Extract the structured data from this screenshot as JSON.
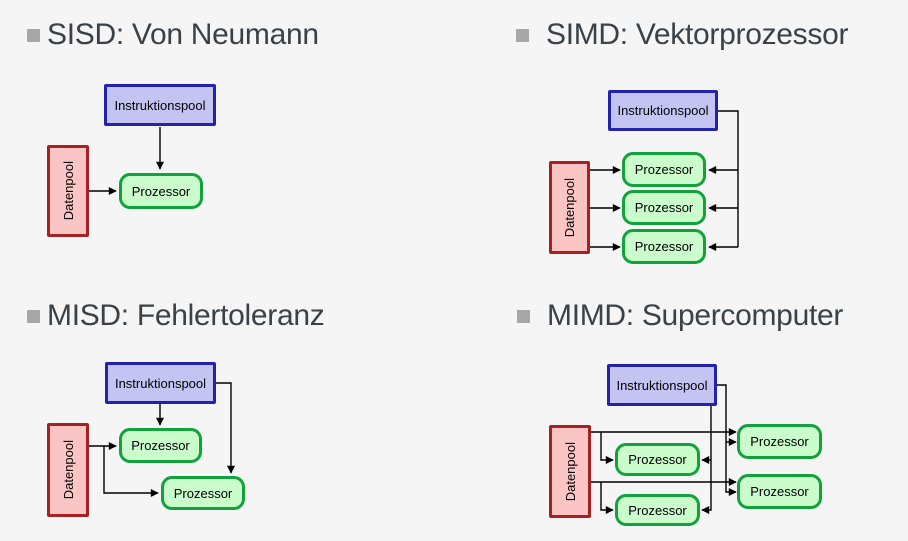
{
  "colors": {
    "background": "#f5f5f6",
    "heading_text": "#3a4147",
    "bullet": "#a7a7a7",
    "line": "#000000",
    "instr_fill": "#c4c4f2",
    "instr_border": "#2222aa",
    "proz_fill": "#cbfccb",
    "proz_border": "#11a23c",
    "daten_fill": "#fbc5c5",
    "daten_border": "#a62121"
  },
  "labels": {
    "instruktionspool": "Instruktionspool",
    "datenpool": "Datenpool",
    "prozessor": "Prozessor"
  },
  "quadrants": [
    {
      "id": "sisd",
      "title": "SISD: Von Neumann"
    },
    {
      "id": "simd",
      "title": "SIMD: Vektorprozessor"
    },
    {
      "id": "misd",
      "title": "MISD: Fehlertoleranz"
    },
    {
      "id": "mimd",
      "title": "MIMD: Supercomputer"
    }
  ]
}
